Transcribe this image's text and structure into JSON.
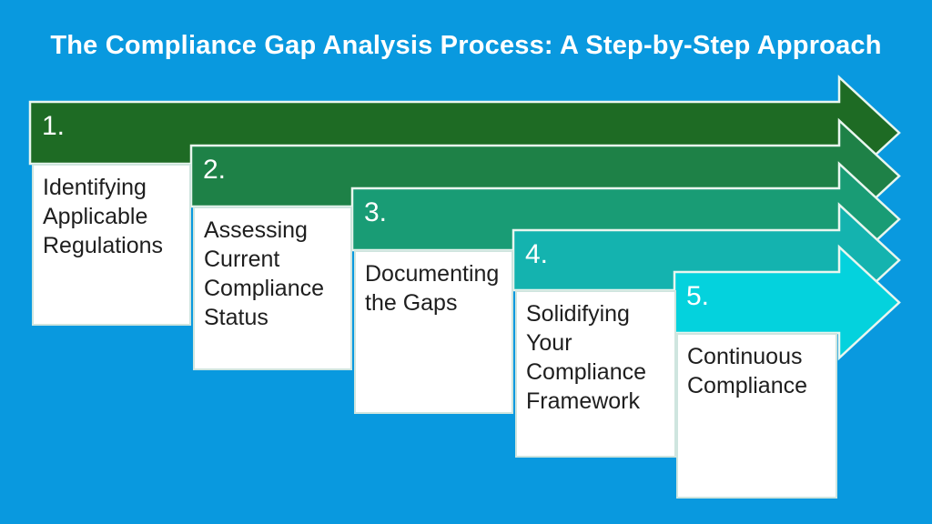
{
  "title": "The Compliance Gap Analysis Process: A Step-by-Step Approach",
  "colors": {
    "background": "#0999df",
    "title_text": "#ffffff",
    "arrow_outline": "#e9f6ef",
    "box_text": "#1e1e1e",
    "box_background": "#ffffff"
  },
  "steps": [
    {
      "number": "1.",
      "label": "Identifying Applicable Regulations",
      "color": "#1e6b24"
    },
    {
      "number": "2.",
      "label": "Assessing Current Compliance Status",
      "color": "#1e8147"
    },
    {
      "number": "3.",
      "label": "Documenting the Gaps",
      "color": "#199c75"
    },
    {
      "number": "4.",
      "label": "Solidifying Your Compliance Framework",
      "color": "#14b3af"
    },
    {
      "number": "5.",
      "label": "Continuous Compliance",
      "color": "#04d2dd"
    }
  ]
}
